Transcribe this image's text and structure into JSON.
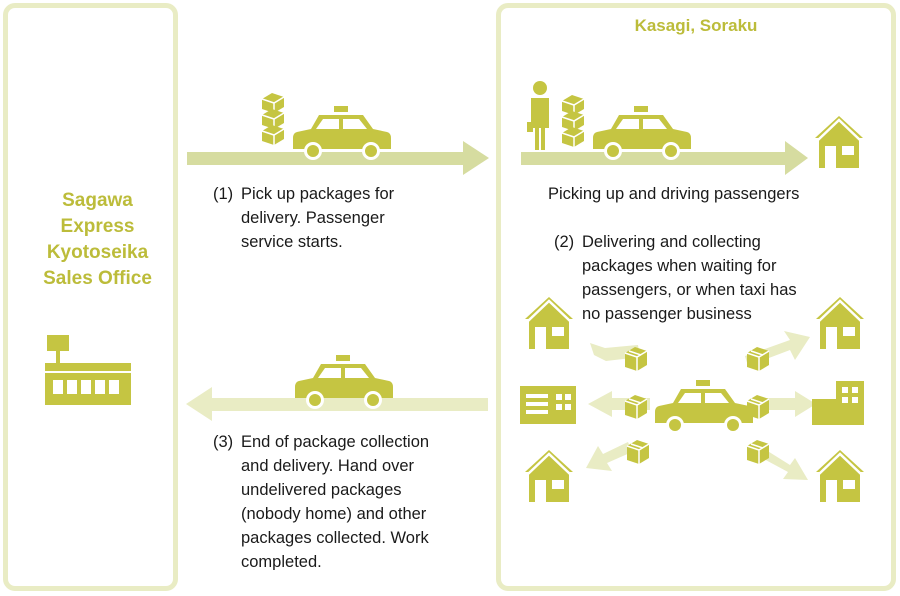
{
  "office": {
    "name_lines": [
      "Sagawa",
      "Express",
      "Kyotoseika",
      "Sales Office"
    ]
  },
  "region": {
    "title": "Kasagi, Soraku"
  },
  "steps": [
    {
      "number": "(1)",
      "lines": [
        "Pick up packages for",
        "delivery. Passenger",
        "service starts."
      ]
    },
    {
      "number": "(2)",
      "lines": [
        "Delivering and collecting",
        "packages when waiting for",
        "passengers, or when taxi has",
        "no passenger business"
      ]
    },
    {
      "number": "(3)",
      "lines": [
        "End of package collection",
        "and delivery. Hand over",
        "undelivered packages",
        "(nobody home) and other",
        "packages collected. Work",
        "completed."
      ]
    }
  ],
  "passenger_caption": "Picking up and driving passengers",
  "colors": {
    "accent": "#c5c542",
    "arrow_light": "#e9ecc4",
    "arrow_mid": "#d6dca0",
    "frame": "#e9ecc4",
    "title_text": "#bcbc3a"
  },
  "icons": [
    "taxi-icon",
    "package-stack-icon",
    "person-icon",
    "house-icon",
    "office-building-icon",
    "store-icon",
    "package-icon"
  ]
}
